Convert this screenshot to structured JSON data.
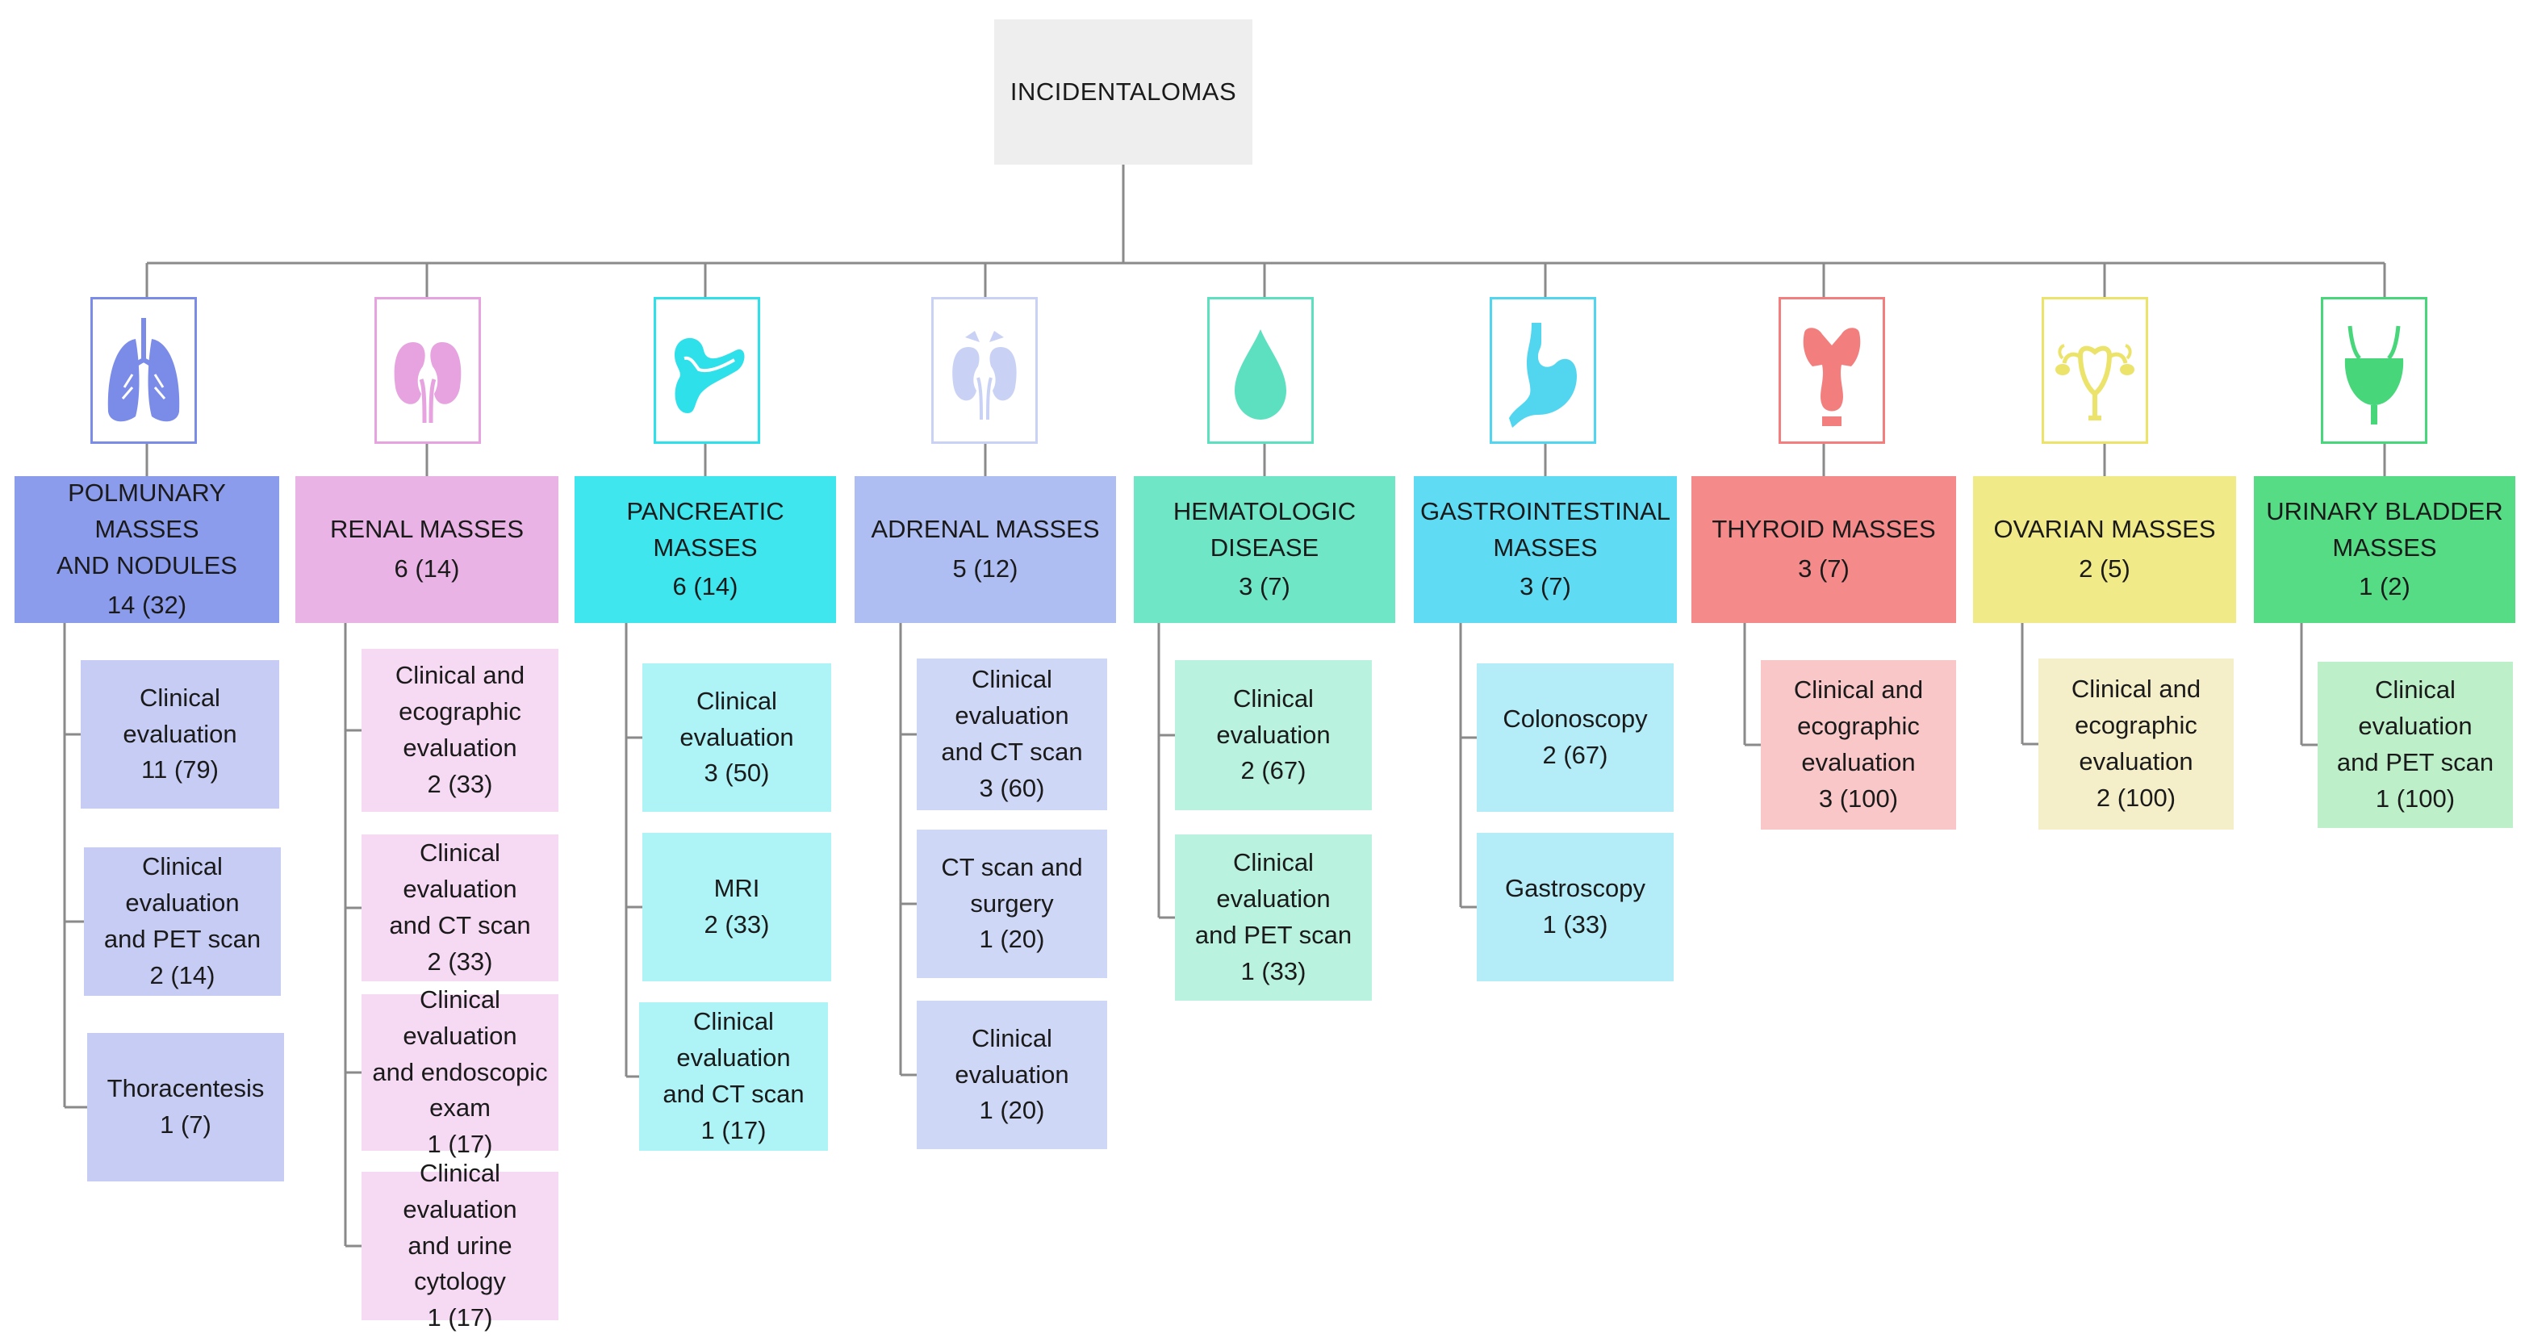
{
  "root": {
    "label": "INCIDENTALOMAS"
  },
  "categories": [
    {
      "id": "lung",
      "name_lines": [
        "POLMUNARY MASSES",
        "AND NODULES"
      ],
      "count": "14 (32)",
      "icon": "lungs-icon",
      "icon_color": "#7b8ce8",
      "header_color": "#8c9cec",
      "sub_color": "#c6ccf4",
      "subs": [
        {
          "lines": [
            "Clinical evaluation"
          ],
          "count": "11 (79)"
        },
        {
          "lines": [
            "Clinical evaluation",
            "and PET scan"
          ],
          "count": "2 (14)"
        },
        {
          "lines": [
            "Thoracentesis"
          ],
          "count": "1 (7)"
        }
      ]
    },
    {
      "id": "renal",
      "name_lines": [
        "RENAL MASSES"
      ],
      "count": "6 (14)",
      "icon": "kidneys-icon",
      "icon_color": "#e6a3e0",
      "header_color": "#eab3e6",
      "sub_color": "#f6d9f3",
      "subs": [
        {
          "lines": [
            "Clinical and",
            "ecographic",
            "evaluation"
          ],
          "count": "2 (33)"
        },
        {
          "lines": [
            "Clinical evaluation",
            "and CT scan"
          ],
          "count": "2 (33)"
        },
        {
          "lines": [
            "Clinical evaluation",
            "and endoscopic",
            "exam"
          ],
          "count": "1 (17)"
        },
        {
          "lines": [
            "Clinical evaluation",
            "and urine cytology"
          ],
          "count": "1 (17)"
        }
      ]
    },
    {
      "id": "pancreas",
      "name_lines": [
        "PANCREATIC MASSES"
      ],
      "count": "6 (14)",
      "icon": "pancreas-icon",
      "icon_color": "#2ee0ea",
      "header_color": "#3fe6ee",
      "sub_color": "#aef3f6",
      "subs": [
        {
          "lines": [
            "Clinical evaluation"
          ],
          "count": "3 (50)"
        },
        {
          "lines": [
            "MRI"
          ],
          "count": "2 (33)"
        },
        {
          "lines": [
            "Clinical evaluation",
            "and CT scan"
          ],
          "count": "1 (17)"
        }
      ]
    },
    {
      "id": "adrenal",
      "name_lines": [
        "ADRENAL MASSES"
      ],
      "count": "5 (12)",
      "icon": "adrenal-glands-icon",
      "icon_color": "#c9d2f4",
      "header_color": "#aebdf2",
      "sub_color": "#cfd7f6",
      "subs": [
        {
          "lines": [
            "Clinical evaluation",
            "and CT scan"
          ],
          "count": "3 (60)"
        },
        {
          "lines": [
            "CT scan and",
            "surgery"
          ],
          "count": "1 (20)"
        },
        {
          "lines": [
            "Clinical evaluation"
          ],
          "count": "1 (20)"
        }
      ]
    },
    {
      "id": "hemato",
      "name_lines": [
        "HEMATOLOGIC",
        "DISEASE"
      ],
      "count": "3 (7)",
      "icon": "blood-drop-icon",
      "icon_color": "#5de0bf",
      "header_color": "#6fe6c6",
      "sub_color": "#b9f2df",
      "subs": [
        {
          "lines": [
            "Clinical evaluation"
          ],
          "count": "2 (67)"
        },
        {
          "lines": [
            "Clinical evaluation",
            "and PET scan"
          ],
          "count": "1 (33)"
        }
      ]
    },
    {
      "id": "gastro",
      "name_lines": [
        "GASTROINTESTINAL",
        "MASSES"
      ],
      "count": "3 (7)",
      "icon": "stomach-icon",
      "icon_color": "#52d6f0",
      "header_color": "#5fdcf4",
      "sub_color": "#b4ecf8",
      "subs": [
        {
          "lines": [
            "Colonoscopy"
          ],
          "count": "2 (67)"
        },
        {
          "lines": [
            "Gastroscopy"
          ],
          "count": "1 (33)"
        }
      ]
    },
    {
      "id": "thyroid",
      "name_lines": [
        "THYROID MASSES"
      ],
      "count": "3 (7)",
      "icon": "thyroid-icon",
      "icon_color": "#f27e7e",
      "header_color": "#f58a8a",
      "sub_color": "#f9c7c7",
      "subs": [
        {
          "lines": [
            "Clinical and",
            "ecographic",
            "evaluation"
          ],
          "count": "3 (100)"
        }
      ]
    },
    {
      "id": "ovarian",
      "name_lines": [
        "OVARIAN MASSES"
      ],
      "count": "2 (5)",
      "icon": "uterus-ovaries-icon",
      "icon_color": "#ece36a",
      "header_color": "#f1ea88",
      "sub_color": "#f5efc9",
      "subs": [
        {
          "lines": [
            "Clinical and",
            "ecographic",
            "evaluation"
          ],
          "count": "2 (100)"
        }
      ]
    },
    {
      "id": "bladder",
      "name_lines": [
        "URINARY BLADDER",
        "MASSES"
      ],
      "count": "1 (2)",
      "icon": "urinary-bladder-icon",
      "icon_color": "#47d67a",
      "header_color": "#55dc84",
      "sub_color": "#bdf0c9",
      "subs": [
        {
          "lines": [
            "Clinical evaluation",
            "and PET scan"
          ],
          "count": "1 (100)"
        }
      ]
    }
  ]
}
